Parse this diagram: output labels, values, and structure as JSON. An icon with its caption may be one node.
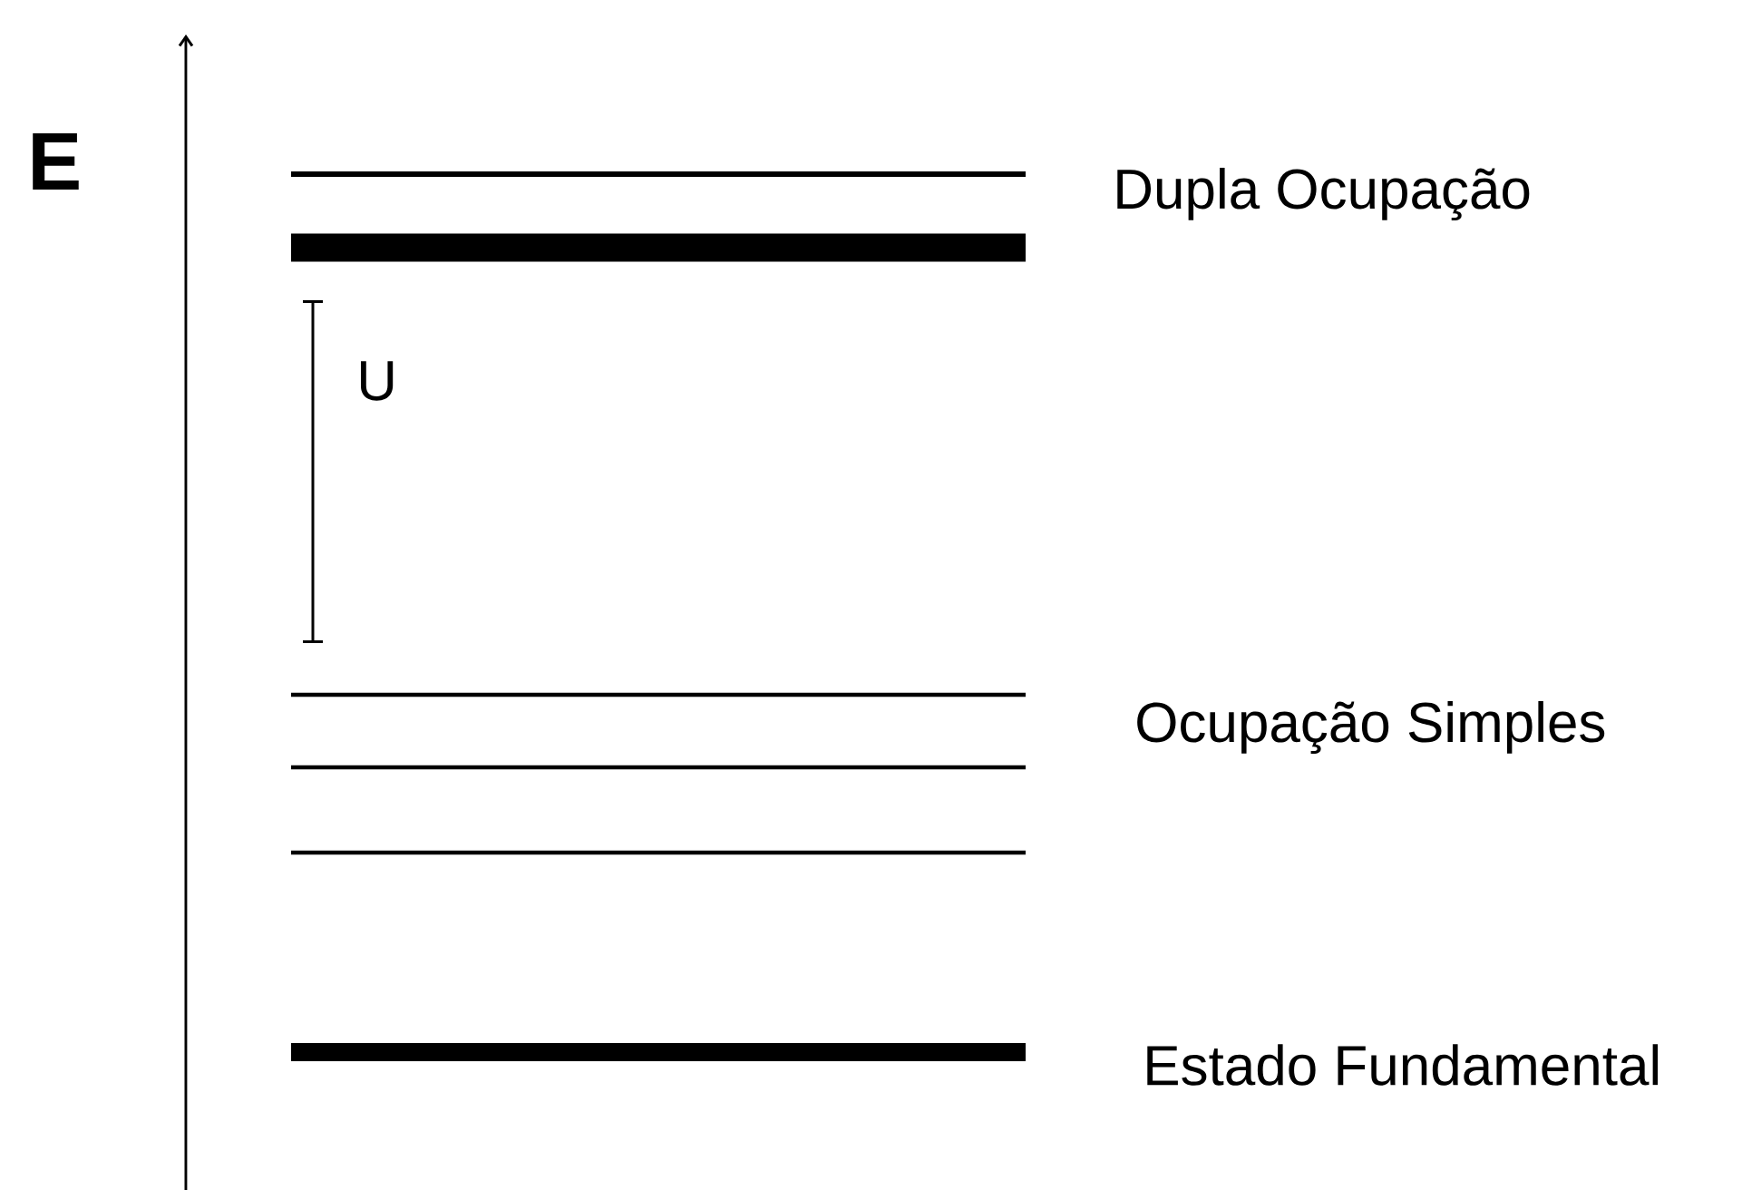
{
  "diagram": {
    "labels": [
      "E",
      "Dupla Ocupação",
      "U",
      "Ocupação Simples",
      "Estado Fundamental"
    ]
  }
}
